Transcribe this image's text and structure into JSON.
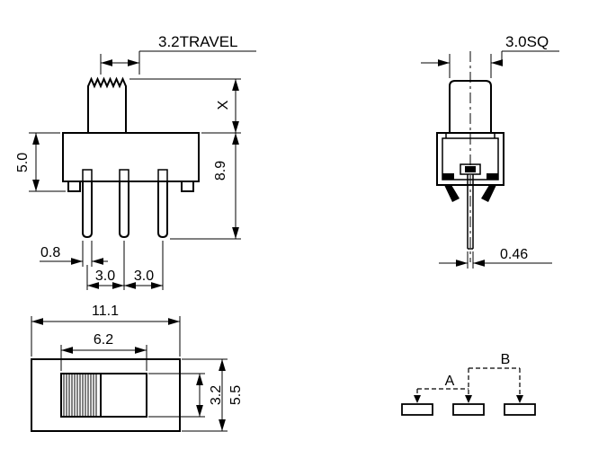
{
  "drawing": {
    "front_view": {
      "travel": "3.2TRAVEL",
      "knob_height": "X",
      "body_height": "5.0",
      "overall_height": "8.9",
      "pin_width": "0.8",
      "pin_pitch_left": "3.0",
      "pin_pitch_right": "3.0"
    },
    "side_view": {
      "knob_size": "3.0SQ",
      "pin_thickness": "0.46"
    },
    "top_view": {
      "body_length": "11.1",
      "slot_length": "6.2",
      "slot_width": "3.2",
      "body_width": "5.5"
    },
    "schematic": {
      "position_a": "A",
      "position_b": "B"
    },
    "colors": {
      "line": "#000000",
      "background": "#ffffff"
    }
  }
}
